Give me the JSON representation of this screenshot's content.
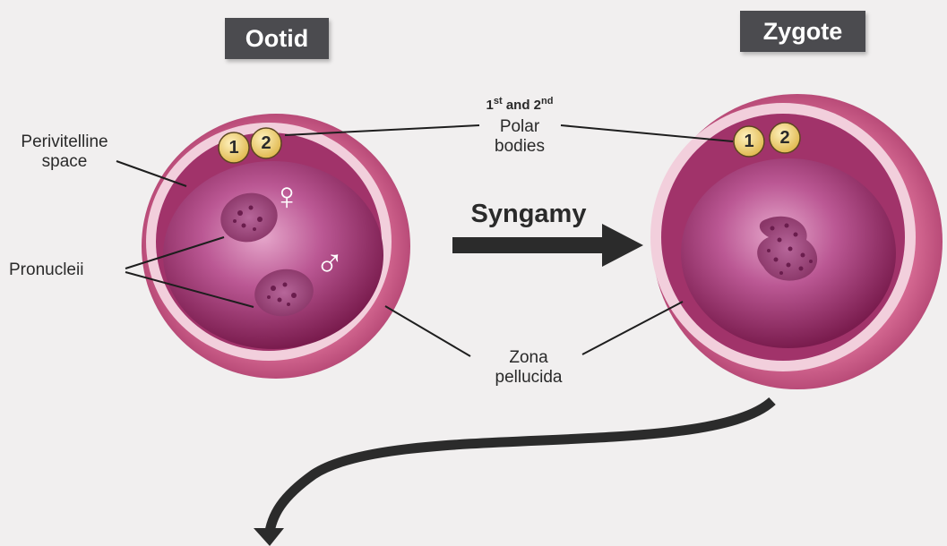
{
  "diagram": {
    "titles": {
      "ootid": "Ootid",
      "zygote": "Zygote"
    },
    "labels": {
      "perivitelline_line1": "Perivitelline",
      "perivitelline_line2": "space",
      "pronucleii": "Pronucleii",
      "polar_prefix_1": "1",
      "polar_sup_1": "st",
      "polar_and": " and 2",
      "polar_sup_2": "nd",
      "polar_line1": "Polar",
      "polar_line2": "bodies",
      "syngamy": "Syngamy",
      "zona_line1": "Zona",
      "zona_line2": "pellucida"
    },
    "polar_body_numbers": [
      "1",
      "2"
    ],
    "symbols": {
      "female": "♀",
      "male": "♂"
    },
    "colors": {
      "zona_outer": "#c9527f",
      "zona_band": "#f0c8d6",
      "perivitelline": "#a02d64",
      "cytoplasm": "#8e2258",
      "polar_body": "#f3d98a",
      "title_bg": "#4b4b4f",
      "arrow": "#2b2b2b"
    }
  }
}
